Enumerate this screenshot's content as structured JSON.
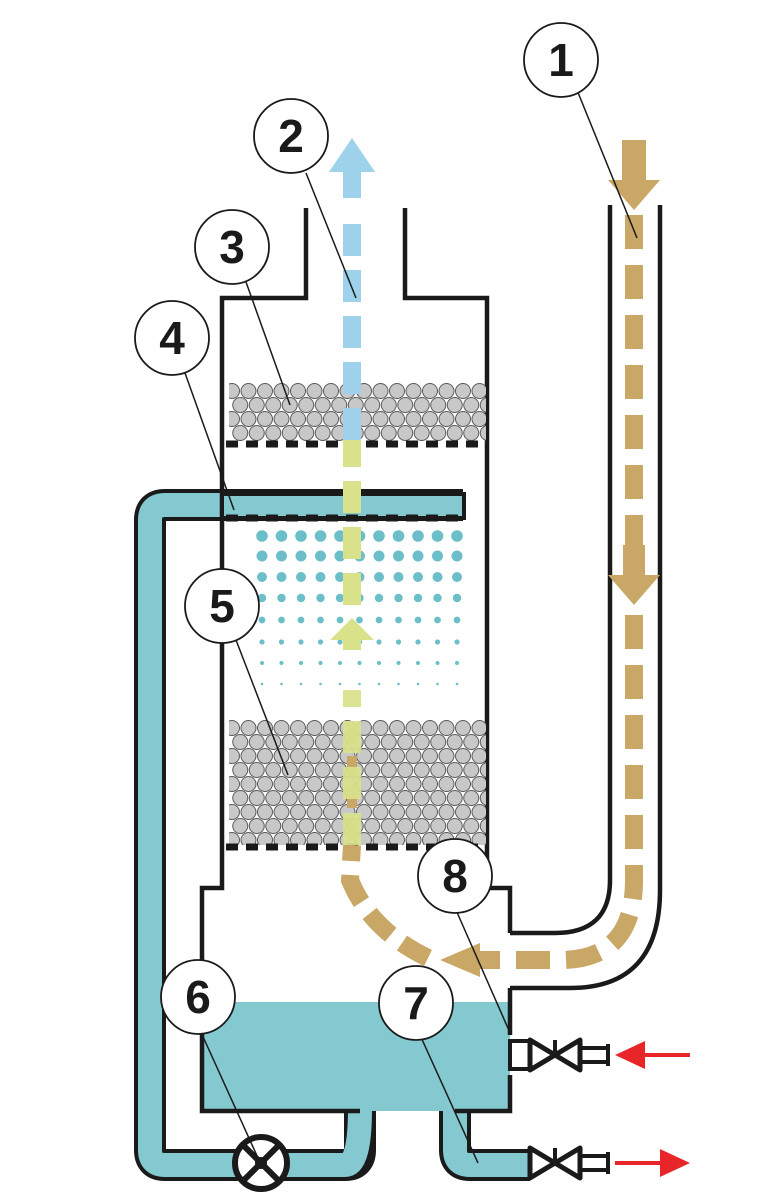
{
  "callouts": [
    {
      "id": "1",
      "label": "1"
    },
    {
      "id": "2",
      "label": "2"
    },
    {
      "id": "3",
      "label": "3"
    },
    {
      "id": "4",
      "label": "4"
    },
    {
      "id": "5",
      "label": "5"
    },
    {
      "id": "6",
      "label": "6"
    },
    {
      "id": "7",
      "label": "7"
    },
    {
      "id": "8",
      "label": "8"
    }
  ],
  "colors": {
    "liquid": "#84C8D0",
    "gas_inlet_flow": "#C9A766",
    "clean_gas_flow": "#9ED2EA",
    "scrubbed_gas_flow": "#D9E28A",
    "spray_droplets": "#6CBFC9",
    "packing_media": "#C8C8C8",
    "outline": "#1a1a1a",
    "fluid_arrow": "#E8262A"
  }
}
